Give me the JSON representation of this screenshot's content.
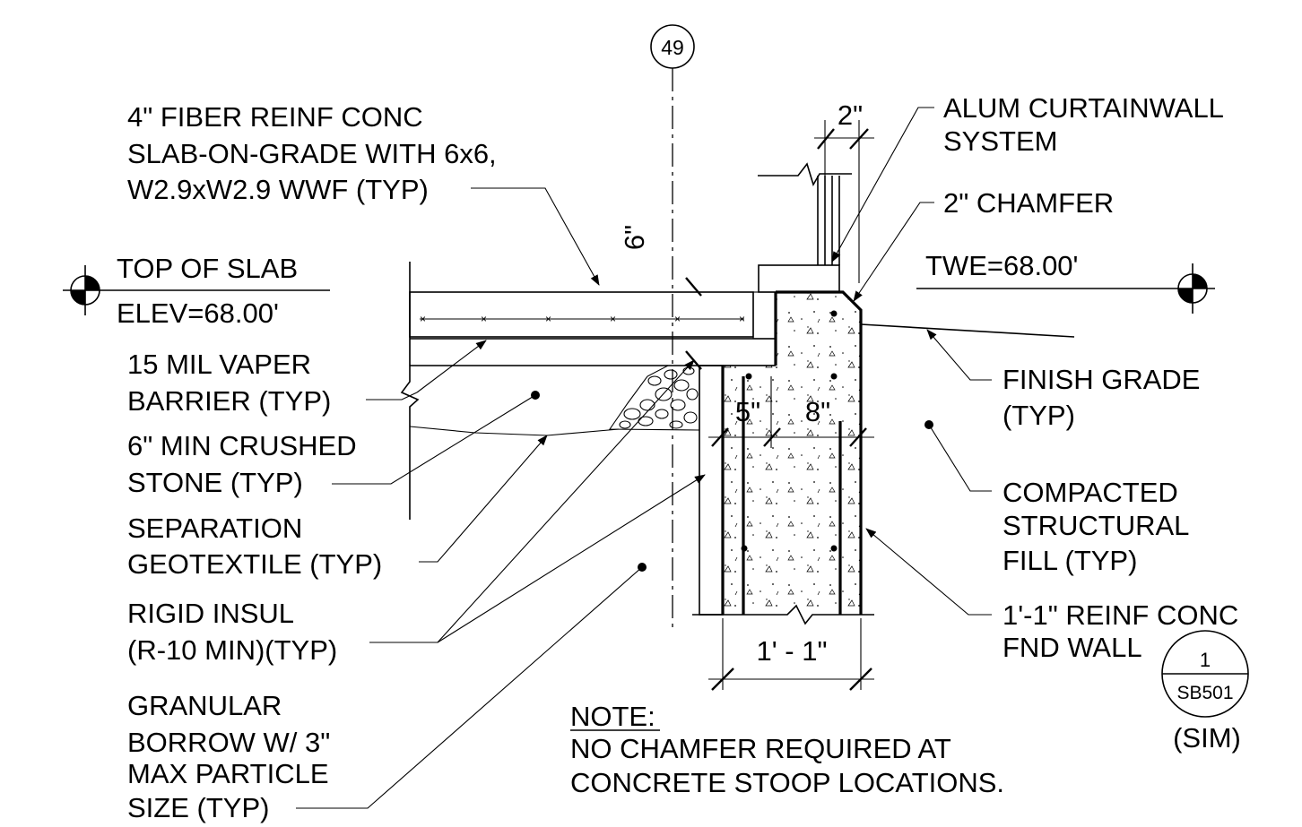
{
  "grid_bubble": "49",
  "labels": {
    "slab_l1": "4\" FIBER REINF CONC",
    "slab_l2": "SLAB-ON-GRADE WITH 6x6,",
    "slab_l3": "W2.9xW2.9 WWF (TYP)",
    "top_of_slab": "TOP OF SLAB",
    "elev": "ELEV=68.00'",
    "vb_l1": "15 MIL VAPER",
    "vb_l2": "BARRIER (TYP)",
    "cs_l1": "6\" MIN CRUSHED",
    "cs_l2": "STONE (TYP)",
    "sg_l1": "SEPARATION",
    "sg_l2": "GEOTEXTILE (TYP)",
    "ri_l1": "RIGID INSUL",
    "ri_l2": "(R-10 MIN)(TYP)",
    "gb_l1": "GRANULAR",
    "gb_l2": "BORROW W/ 3\"",
    "gb_l3": "MAX PARTICLE",
    "gb_l4": "SIZE (TYP)",
    "cw_l1": "ALUM CURTAINWALL",
    "cw_l2": "SYSTEM",
    "chamfer": "2\" CHAMFER",
    "twe": "TWE=68.00'",
    "fg_l1": "FINISH GRADE",
    "fg_l2": "(TYP)",
    "cf_l1": "COMPACTED",
    "cf_l2": "STRUCTURAL",
    "cf_l3": "FILL (TYP)",
    "fw_l1": "1'-1\" REINF CONC",
    "fw_l2": "FND WALL"
  },
  "dimensions": {
    "dim_2in": "2\"",
    "dim_6in": "6\"",
    "dim_5in": "5\"",
    "dim_8in": "8\"",
    "dim_1ft1in": "1' - 1\""
  },
  "note": {
    "title": "NOTE:",
    "line1": "NO CHAMFER REQUIRED AT",
    "line2": "CONCRETE STOOP LOCATIONS."
  },
  "detail_ref": {
    "number": "1",
    "sheet": "SB501",
    "qualifier": "(SIM)"
  }
}
